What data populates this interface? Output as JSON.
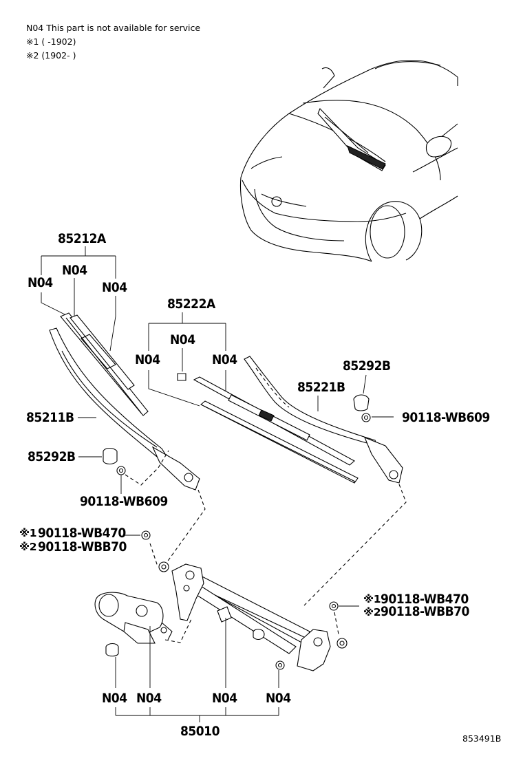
{
  "header": {
    "line1": "N04 This part is not available for service",
    "line2": "※1 (      -1902)",
    "line3": "※2 (1902-      )"
  },
  "labels": {
    "blade_left": "85212A",
    "blade_left_n04_center": "N04",
    "blade_left_n04_left": "N04",
    "blade_left_n04_right": "N04",
    "blade_right": "85222A",
    "blade_right_n04_center": "N04",
    "blade_right_n04_left": "N04",
    "blade_right_n04_right": "N04",
    "arm_left": "85211B",
    "arm_right": "85221B",
    "cap_left": "85292B",
    "cap_right": "85292B",
    "nut_left": "90118-WB609",
    "nut_right": "90118-WB609",
    "bolt_left_1_mark": "※1",
    "bolt_left_1": "90118-WB470",
    "bolt_left_2_mark": "※2",
    "bolt_left_2": "90118-WBB70",
    "bolt_right_1_mark": "※1",
    "bolt_right_1": "90118-WB470",
    "bolt_right_2_mark": "※2",
    "bolt_right_2": "90118-WBB70",
    "link_n04_1": "N04",
    "link_n04_2": "N04",
    "link_n04_3": "N04",
    "link_n04_4": "N04",
    "link_assembly": "85010",
    "diagram_code": "853491B"
  }
}
